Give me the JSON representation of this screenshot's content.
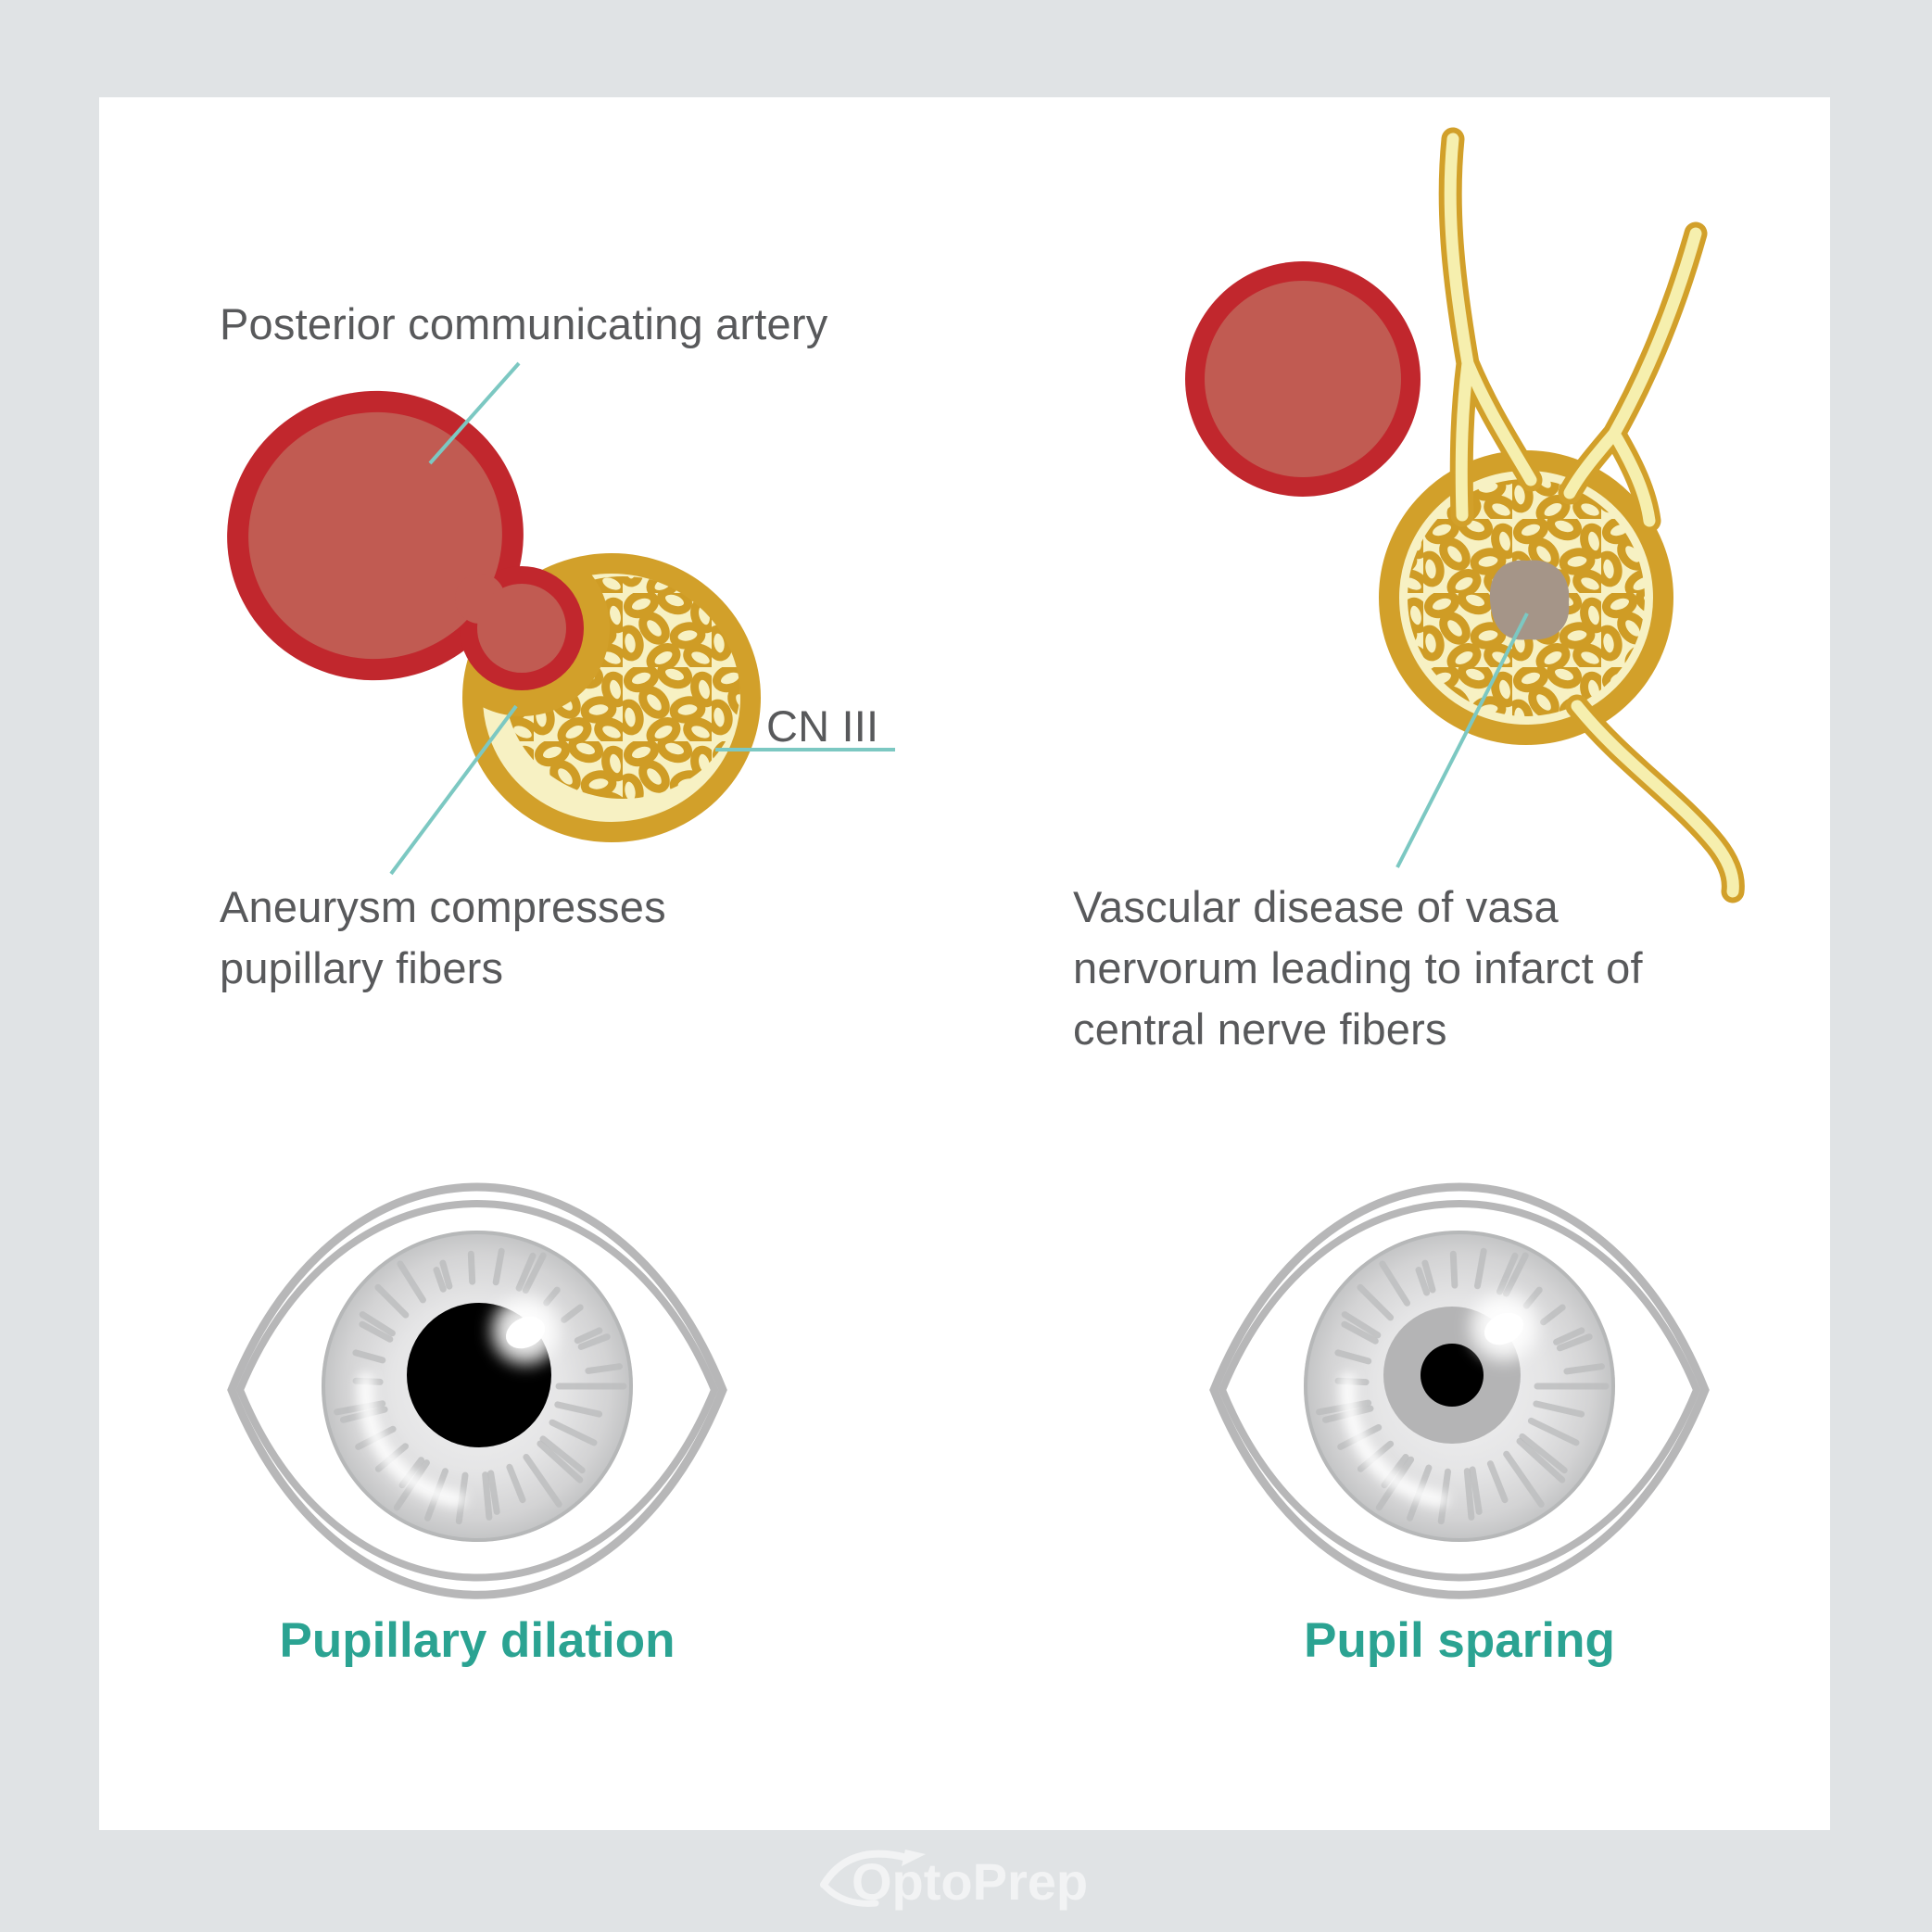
{
  "page": {
    "background": "#e0e3e5",
    "card_color": "#ffffff"
  },
  "left_panel": {
    "artery_label": "Posterior communicating artery",
    "nerve_label": "CN III",
    "caption": {
      "line1": "Aneurysm compresses",
      "line2": "pupillary fibers"
    },
    "eye_caption": "Pupillary dilation"
  },
  "right_panel": {
    "caption": {
      "line1": "Vascular disease of vasa",
      "line2": "nervorum leading to infarct of",
      "line3": "central nerve fibers"
    },
    "eye_caption": "Pupil sparing"
  },
  "footer": {
    "logo_text": "OptoPrep"
  },
  "colors": {
    "text_gray": "#58595b",
    "accent_teal": "#2ba392",
    "leader_teal": "#7cc8c2",
    "artery_border": "#c1272d",
    "artery_fill": "#c15b52",
    "nerve_border": "#d2a02a",
    "nerve_fill": "#f7f1c3",
    "fascicle_gold": "#cf9c25",
    "infarct_taupe": "#a59588",
    "vessel_fill": "#f6efae",
    "eye_outline_gray": "#b7b7b8",
    "pupil_black": "#000000",
    "logo_white": "#f2f3f4"
  }
}
